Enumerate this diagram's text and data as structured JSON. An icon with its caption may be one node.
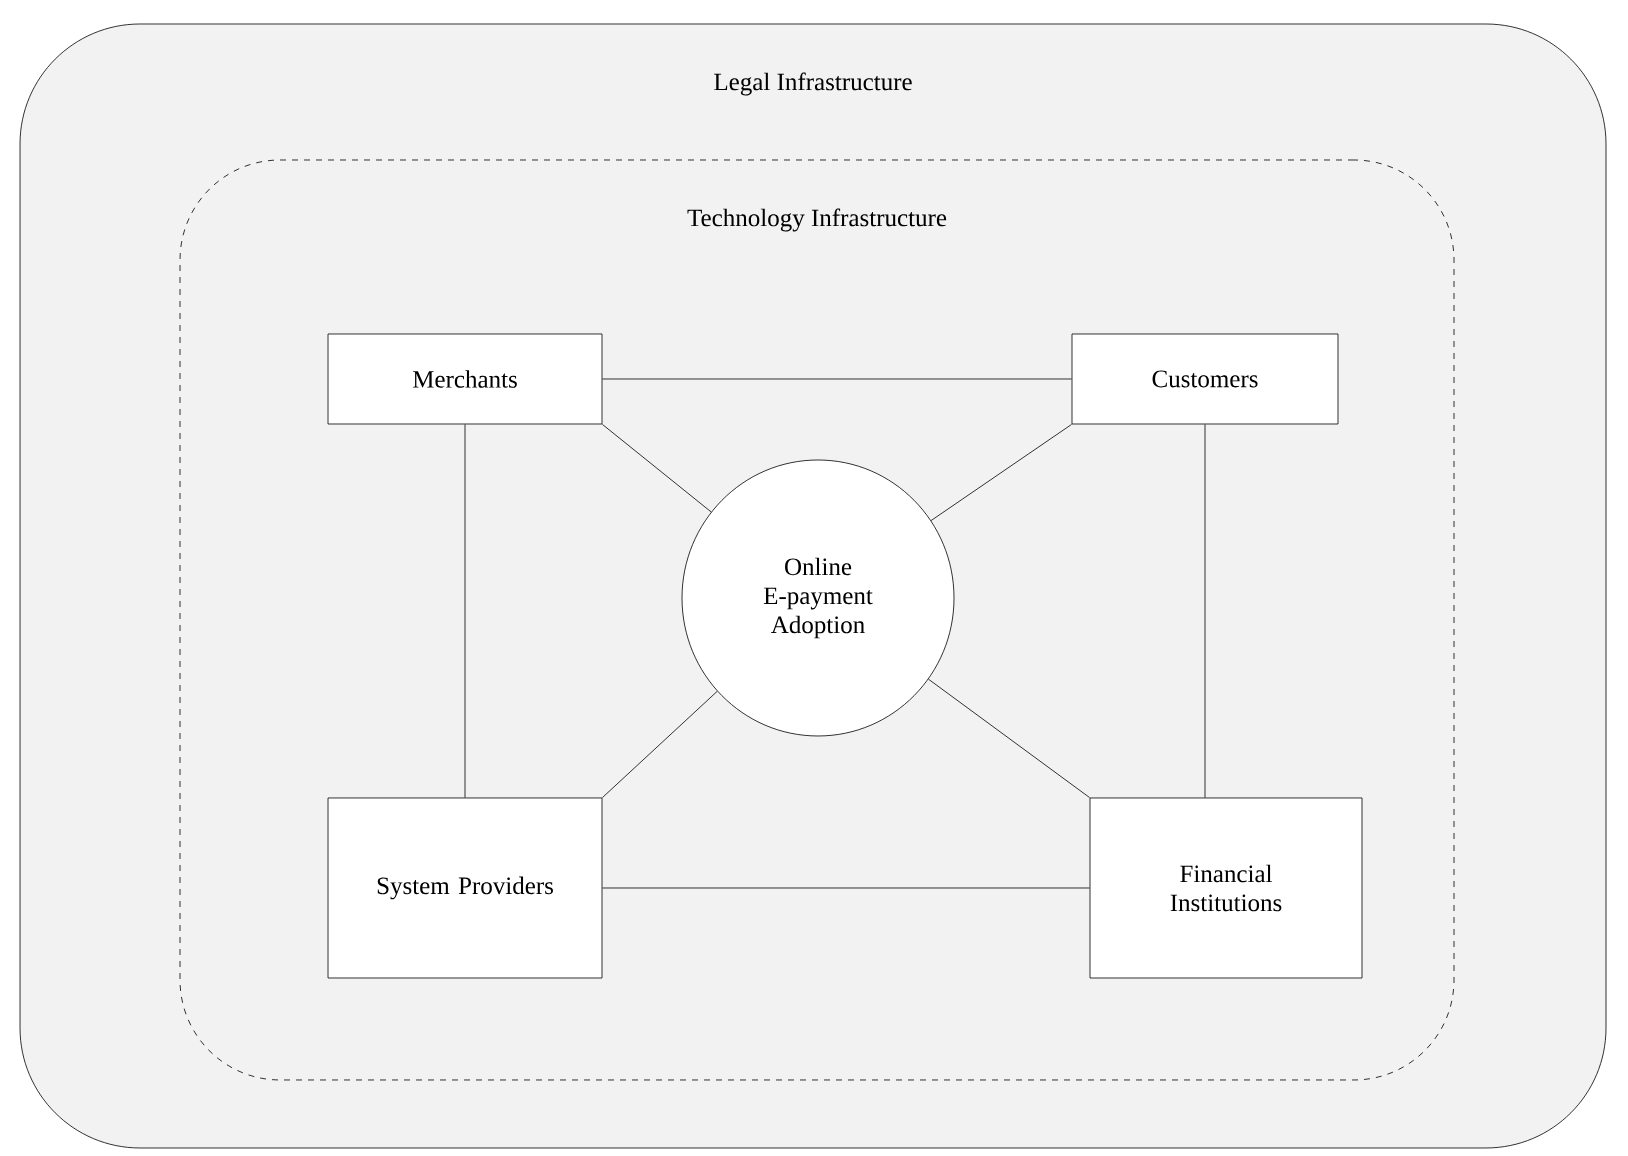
{
  "diagram": {
    "nodes": [
      {
        "text": [
          "Legal Infrastructure"
        ]
      },
      {
        "text": [
          "Technology Infrastructure"
        ],
        "in": 0
      },
      {
        "text": [
          "Merchants"
        ],
        "in": 1
      },
      {
        "text": [
          "Customers"
        ],
        "in": 1
      },
      {
        "text": [
          "Online E-payment Adoption"
        ],
        "in": 1
      },
      {
        "text": [
          "System Providers"
        ],
        "in": 1
      },
      {
        "text": [
          "Financial Institutions"
        ],
        "in": 1
      }
    ],
    "edges": [
      {
        "from": 2,
        "to": 3,
        "arrow": "none"
      },
      {
        "from": 2,
        "to": 4,
        "arrow": "none"
      },
      {
        "from": 3,
        "to": 4,
        "arrow": "none"
      },
      {
        "from": 2,
        "to": 5,
        "arrow": "none"
      },
      {
        "from": 3,
        "to": 6,
        "arrow": "none"
      },
      {
        "from": 5,
        "to": 4,
        "arrow": "none"
      },
      {
        "from": 6,
        "to": 4,
        "arrow": "none"
      },
      {
        "from": 5,
        "to": 6,
        "arrow": "none"
      }
    ]
  }
}
